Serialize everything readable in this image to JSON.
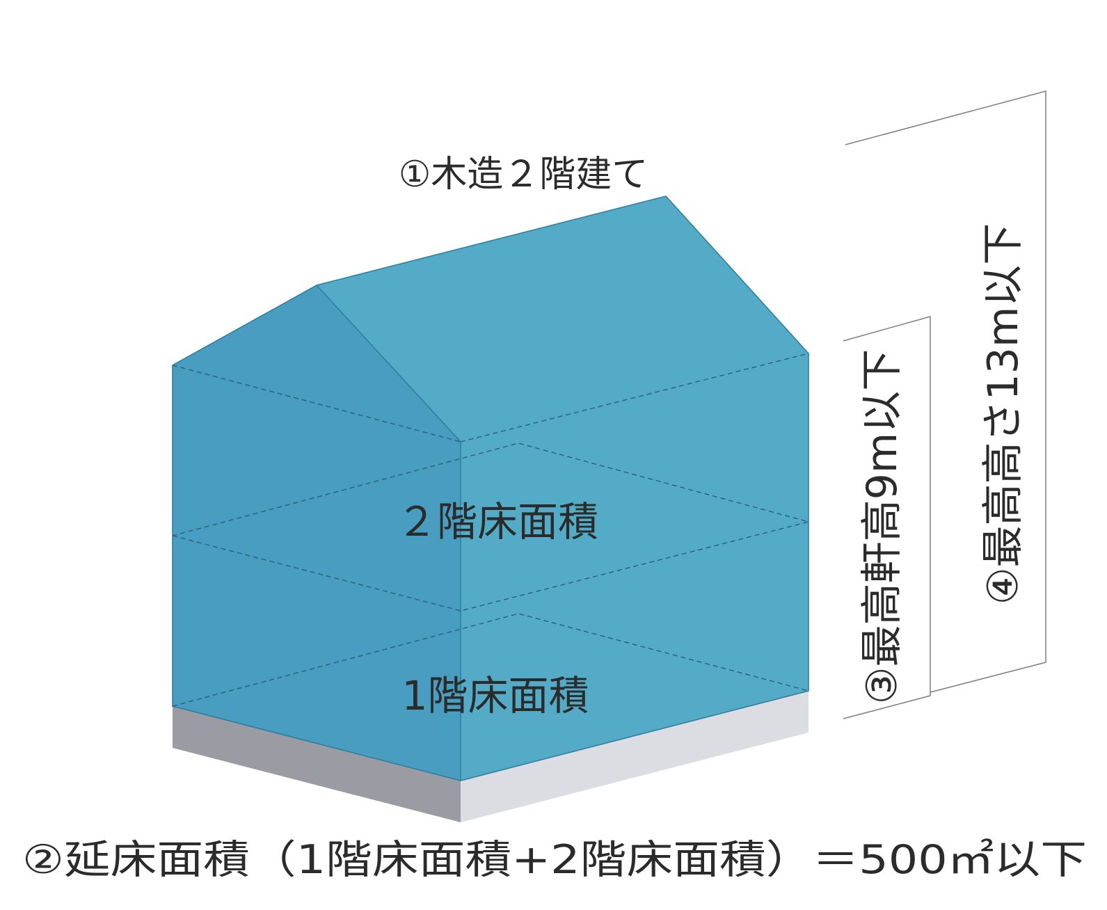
{
  "labels": {
    "structure": "①木造２階建て",
    "floor2": "２階床面積",
    "floor1": "1階床面積",
    "total_floor_area": "②延床面積（1階床面積+2階床面積）＝500㎡以下",
    "max_eave_height": "③最高軒高9m以下",
    "max_height": "④最高高さ13m以下"
  },
  "colors": {
    "building_front": "#4aa6c4",
    "building_side": "#3e98bd",
    "building_outline": "#2e7f9f",
    "base_front": "#dcdde2",
    "base_side": "#9a9ba3",
    "dimension_line": "#7d7d7d",
    "text": "#2b2b2b"
  }
}
